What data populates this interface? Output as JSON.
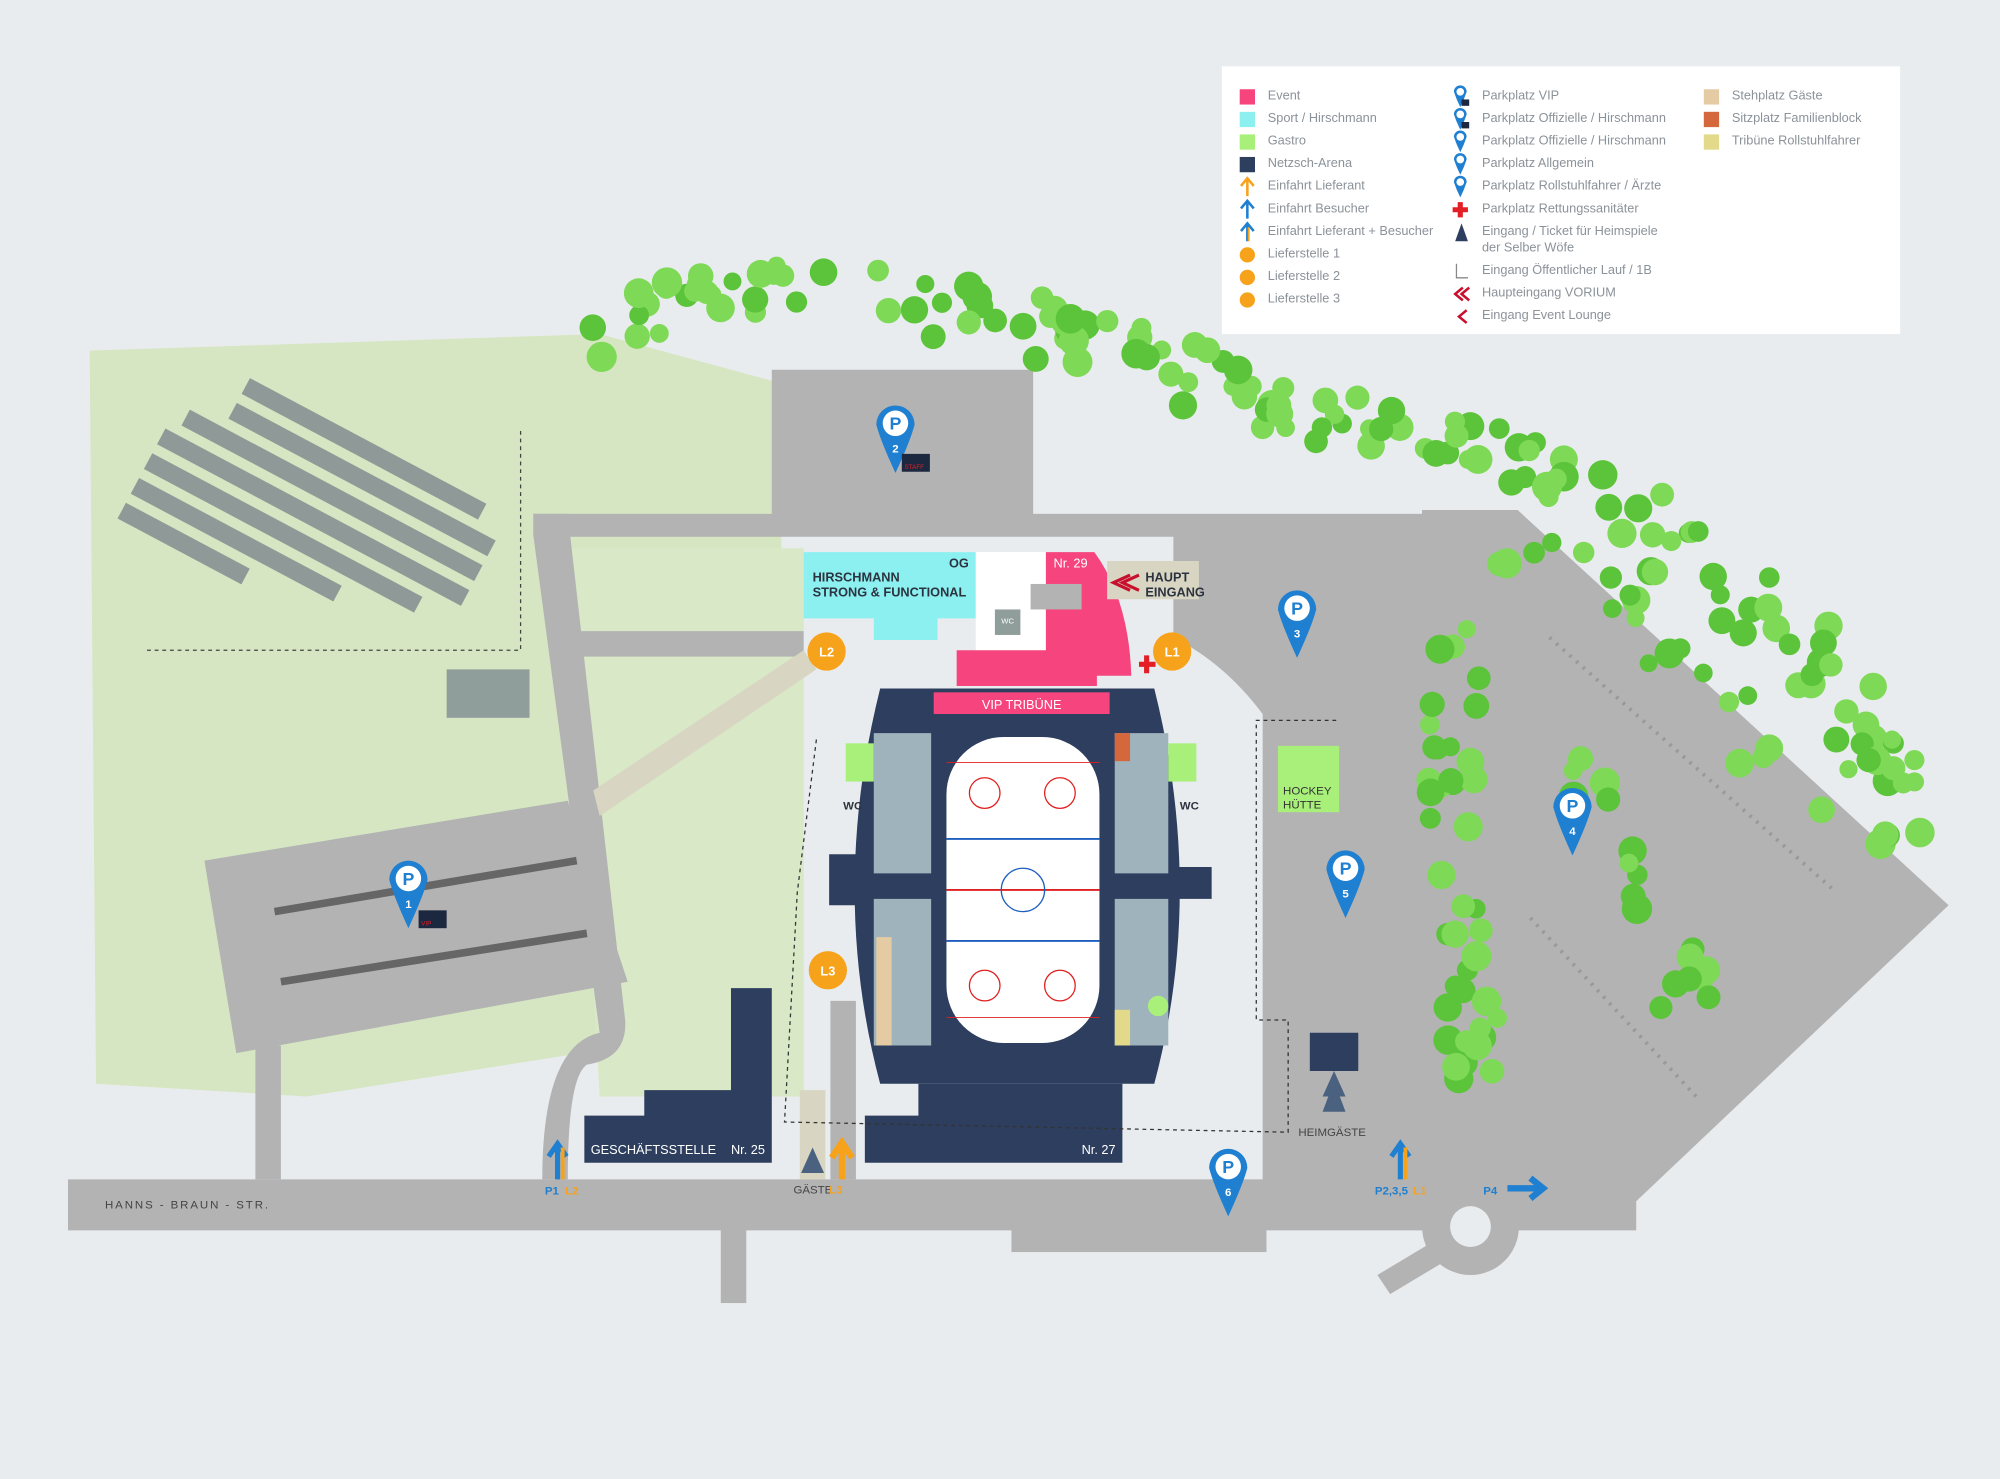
{
  "colors": {
    "event": "#f5447e",
    "sport": "#8df0f0",
    "gastro": "#a8f07a",
    "arena": "#2d3e5e",
    "road": "#b3b3b3",
    "lieferant": "#f7a21b",
    "besucher": "#1f7fd0",
    "stehplatz": "#e5cba4",
    "familienblock": "#d5673c",
    "rollstuhl": "#e2da8a"
  },
  "legend": {
    "col1": [
      {
        "icon": "swatch-event",
        "label": "Event"
      },
      {
        "icon": "swatch-sport",
        "label": "Sport / Hirschmann"
      },
      {
        "icon": "swatch-gastro",
        "label": "Gastro"
      },
      {
        "icon": "swatch-arena",
        "label": "Netzsch-Arena"
      },
      {
        "icon": "arrow-orange-icon",
        "label": "Einfahrt Lieferant"
      },
      {
        "icon": "arrow-blue-icon",
        "label": "Einfahrt Besucher"
      },
      {
        "icon": "arrow-blue-orange-icon",
        "label": "Einfahrt Lieferant + Besucher"
      },
      {
        "icon": "l1-badge",
        "label": "Lieferstelle 1"
      },
      {
        "icon": "l2-badge",
        "label": "Lieferstelle 2"
      },
      {
        "icon": "l3-badge",
        "label": "Lieferstelle 3"
      }
    ],
    "col2": [
      {
        "icon": "parking-vip-icon",
        "label": "Parkplatz VIP"
      },
      {
        "icon": "parking-staff-icon",
        "label": "Parkplatz Offizielle / Hirschmann"
      },
      {
        "icon": "parking-officials-icon",
        "label": "Parkplatz Offizielle / Hirschmann"
      },
      {
        "icon": "parking-icon",
        "label": "Parkplatz Allgemein"
      },
      {
        "icon": "parking-wheelchair-icon",
        "label": "Parkplatz Rollstuhlfahrer / Ärzte"
      },
      {
        "icon": "red-cross-icon",
        "label": "Parkplatz Rettungssanitäter"
      },
      {
        "icon": "entrance-triangle-icon",
        "label": "Eingang / Ticket für Heimspiele",
        "label2": "der Selber Wöfe"
      },
      {
        "icon": "skate-icon",
        "label": "Eingang Öffentlicher Lauf / 1B"
      },
      {
        "icon": "double-chevron-icon",
        "label": "Haupteingang VORIUM"
      },
      {
        "icon": "chevron-icon",
        "label": "Eingang Event Lounge"
      }
    ],
    "col3": [
      {
        "icon": "swatch-stehplatz",
        "label": "Stehplatz Gäste"
      },
      {
        "icon": "swatch-familienblock",
        "label": "Sitzplatz Familienblock"
      },
      {
        "icon": "swatch-rollstuhl",
        "label": "Tribüne Rollstuhlfahrer"
      }
    ]
  },
  "map": {
    "street": "HANNS - BRAUN - STR.",
    "hirschmann_og": "OG",
    "hirschmann_1": "HIRSCHMANN",
    "hirschmann_2": "STRONG & FUNCTIONAL",
    "nr29": "Nr. 29",
    "haupt": "HAUPT",
    "eingang": "EINGANG",
    "wc": "WC",
    "vip_tribune": "VIP TRIBÜNE",
    "hockey1": "HOCKEY",
    "hockey2": "HÜTTE",
    "geschaeftsstelle": "GESCHÄFTSSTELLE",
    "nr25": "Nr. 25",
    "nr27": "Nr. 27",
    "gaeste": "GÄSTE",
    "heimgaeste": "HEIMGÄSTE",
    "l1": "L1",
    "l2": "L2",
    "l3": "L3",
    "p1": "P1",
    "p1_l": "L2",
    "gaeste_l": "L3",
    "p235": "P2,3,5",
    "p235_l": "L1",
    "p4": "P4",
    "pins": [
      "1",
      "2",
      "3",
      "4",
      "5",
      "6"
    ],
    "pin_letter": "P",
    "vip": "VIP",
    "staff": "STAFF"
  }
}
